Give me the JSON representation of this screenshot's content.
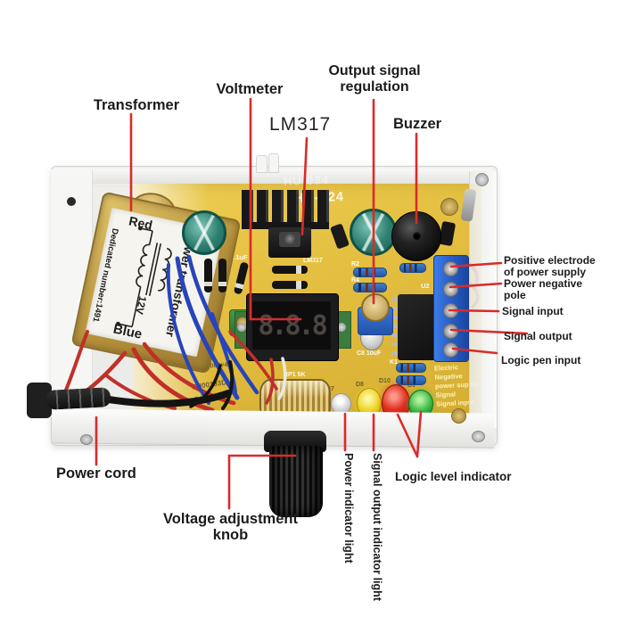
{
  "colors": {
    "annotation_line": "#d92b2b",
    "label_text": "#1b1b1b",
    "pcb": "#e9c74a",
    "terminal_block": "#2b63cf",
    "case": "#ededeb"
  },
  "callouts": {
    "transformer": "Transformer",
    "voltmeter": "Voltmeter",
    "lm317": "LM317",
    "output_signal_line1": "Output signal",
    "output_signal_line2": "regulation",
    "buzzer": "Buzzer",
    "positive_line1": "Positive electrode",
    "positive_line2": "of power supply",
    "negative_line1": "Power negative",
    "negative_line2": "pole",
    "signal_input": "Signal input",
    "signal_output": "Signal output",
    "logic_pen_input": "Logic pen input",
    "power_cord": "Power cord",
    "knob_line1": "Voltage adjustment",
    "knob_line2": "knob",
    "power_indicator": "Power indicator light",
    "signal_indicator": "Signal output indicator light",
    "logic_indicator": "Logic level indicator"
  },
  "board": {
    "model": "HU-024",
    "model_faint": "HU-034",
    "display_value": "8.8.8",
    "transformer_label": {
      "wire_red": "Red",
      "name": "Power transformer",
      "dedicated": "Dedicated number:1491",
      "voltage": "12V",
      "wire_blue": "Blue"
    },
    "silkscreen": {
      "c1": "0.1uF",
      "lm317": "LM317",
      "r2": "R2",
      "r4": "R4",
      "u2": "U2",
      "rp1": "RP1 5K",
      "c8": "C8  10uF",
      "k1": "K1",
      "d7": "D7",
      "d8": "D8",
      "d10": "D10",
      "d9": "D9",
      "part1": "v4007#4",
      "part2": "SH00193D",
      "part3": "2 i 2C",
      "tb_line1": "Electric",
      "tb_line2": "Negative",
      "tb_line3": "power supply",
      "tb_line4": "Signal",
      "tb_line5": "Signal input"
    }
  }
}
